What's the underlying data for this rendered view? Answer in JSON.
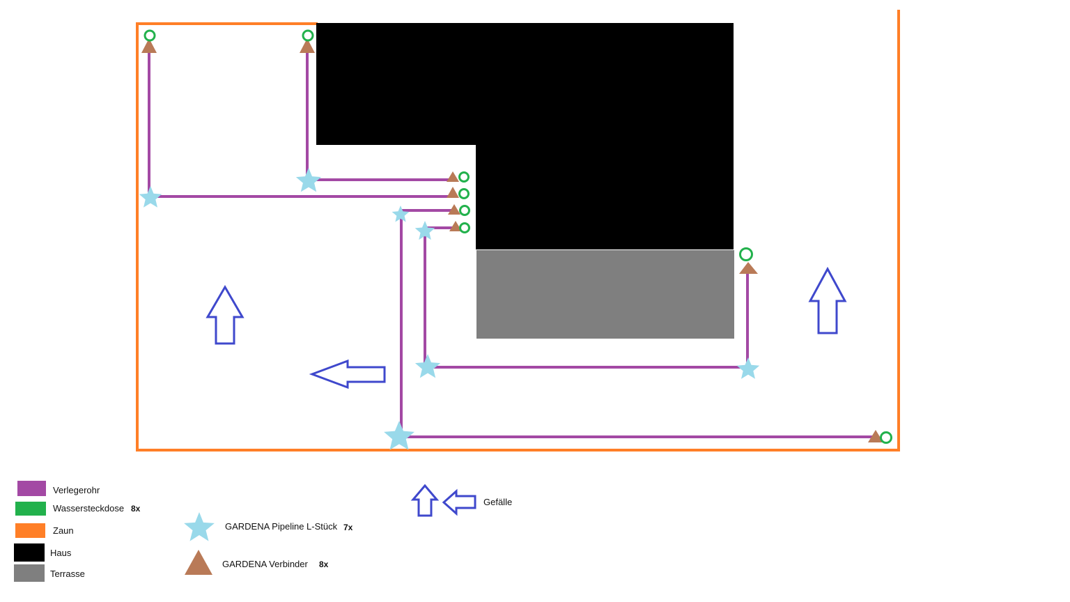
{
  "colors": {
    "pipe": "#a349a4",
    "socket": "#22b14c",
    "fence": "#ff7f27",
    "house": "#000000",
    "terrace": "#7f7f7f",
    "star": "#99d9ea",
    "triangle": "#b97a57",
    "arrow": "#3f48cc"
  },
  "icons": {
    "socket": "circle-ring-icon",
    "l_piece": "star-icon",
    "connector": "triangle-icon",
    "slope": "arrow-outline-icon"
  },
  "legend": {
    "pipe_label": "Verlegerohr",
    "socket_label": "Wassersteckdose",
    "socket_count": "8x",
    "fence_label": "Zaun",
    "house_label": "Haus",
    "terrace_label": "Terrasse",
    "lpiece_label": "GARDENA Pipeline L-Stück",
    "lpiece_count": "7x",
    "connector_label": "GARDENA Verbinder",
    "connector_count": "8x",
    "slope_label": "Gefälle"
  }
}
